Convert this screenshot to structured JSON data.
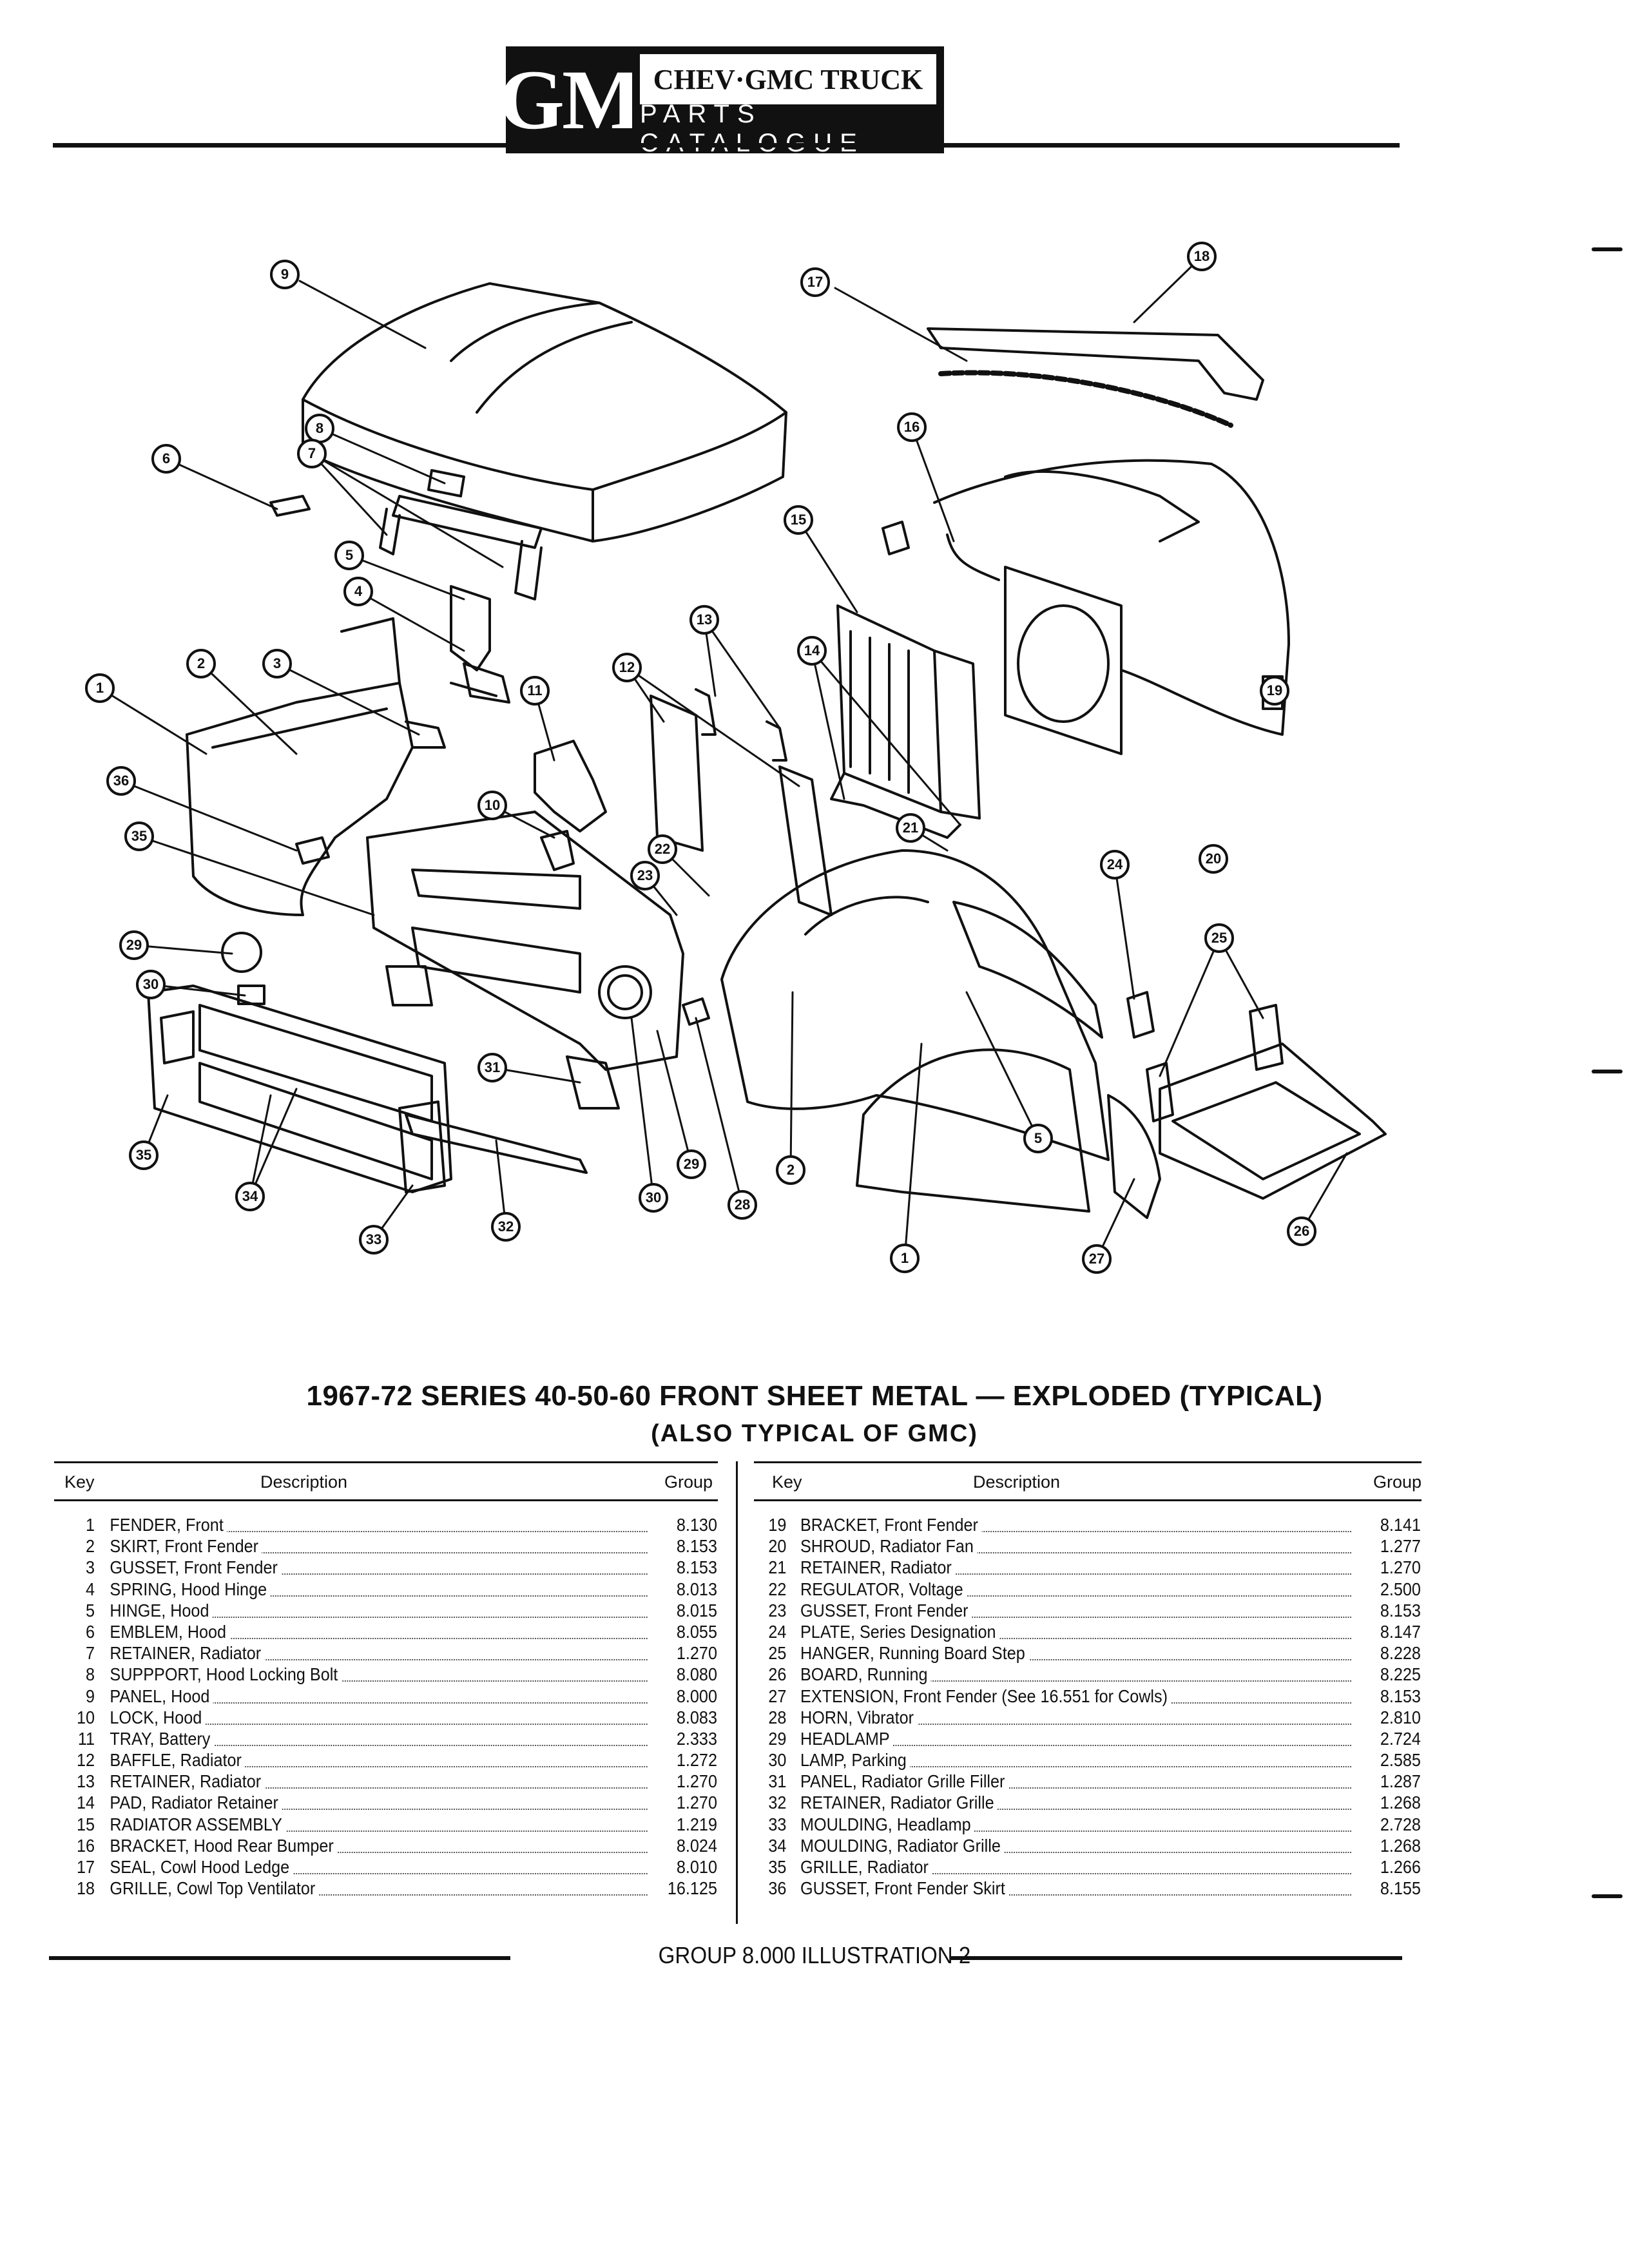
{
  "header": {
    "logo_text": "GM",
    "line1": "CHEV·GMC TRUCK",
    "line2": "PARTS CATALOGUE"
  },
  "callouts": [
    "1",
    "2",
    "3",
    "4",
    "5",
    "6",
    "7",
    "8",
    "9",
    "10",
    "11",
    "12",
    "13",
    "14",
    "15",
    "16",
    "17",
    "18",
    "19",
    "20",
    "21",
    "22",
    "23",
    "24",
    "25",
    "26",
    "27",
    "28",
    "29",
    "30",
    "31",
    "32",
    "33",
    "34",
    "35",
    "36"
  ],
  "title": "1967-72 SERIES 40-50-60 FRONT SHEET METAL — EXPLODED (TYPICAL)",
  "subtitle": "(ALSO TYPICAL OF GMC)",
  "table_headers": {
    "key": "Key",
    "description": "Description",
    "group": "Group"
  },
  "parts_left": [
    {
      "key": "1",
      "desc": "FENDER, Front",
      "group": "8.130"
    },
    {
      "key": "2",
      "desc": "SKIRT, Front Fender",
      "group": "8.153"
    },
    {
      "key": "3",
      "desc": "GUSSET, Front Fender",
      "group": "8.153"
    },
    {
      "key": "4",
      "desc": "SPRING, Hood Hinge",
      "group": "8.013"
    },
    {
      "key": "5",
      "desc": "HINGE, Hood",
      "group": "8.015"
    },
    {
      "key": "6",
      "desc": "EMBLEM, Hood",
      "group": "8.055"
    },
    {
      "key": "7",
      "desc": "RETAINER, Radiator",
      "group": "1.270"
    },
    {
      "key": "8",
      "desc": "SUPPPORT, Hood Locking Bolt",
      "group": "8.080"
    },
    {
      "key": "9",
      "desc": "PANEL, Hood",
      "group": "8.000"
    },
    {
      "key": "10",
      "desc": "LOCK, Hood",
      "group": "8.083"
    },
    {
      "key": "11",
      "desc": "TRAY, Battery",
      "group": "2.333"
    },
    {
      "key": "12",
      "desc": "BAFFLE, Radiator",
      "group": "1.272"
    },
    {
      "key": "13",
      "desc": "RETAINER, Radiator",
      "group": "1.270"
    },
    {
      "key": "14",
      "desc": "PAD, Radiator Retainer",
      "group": "1.270"
    },
    {
      "key": "15",
      "desc": "RADIATOR ASSEMBLY",
      "group": "1.219"
    },
    {
      "key": "16",
      "desc": "BRACKET, Hood Rear Bumper",
      "group": "8.024"
    },
    {
      "key": "17",
      "desc": "SEAL, Cowl Hood Ledge",
      "group": "8.010"
    },
    {
      "key": "18",
      "desc": "GRILLE, Cowl Top Ventilator",
      "group": "16.125"
    }
  ],
  "parts_right": [
    {
      "key": "19",
      "desc": "BRACKET, Front Fender",
      "group": "8.141"
    },
    {
      "key": "20",
      "desc": "SHROUD, Radiator Fan",
      "group": "1.277"
    },
    {
      "key": "21",
      "desc": "RETAINER, Radiator",
      "group": "1.270"
    },
    {
      "key": "22",
      "desc": "REGULATOR, Voltage",
      "group": "2.500"
    },
    {
      "key": "23",
      "desc": "GUSSET, Front Fender",
      "group": "8.153"
    },
    {
      "key": "24",
      "desc": "PLATE, Series Designation",
      "group": "8.147"
    },
    {
      "key": "25",
      "desc": "HANGER, Running Board Step",
      "group": "8.228"
    },
    {
      "key": "26",
      "desc": "BOARD, Running",
      "group": "8.225"
    },
    {
      "key": "27",
      "desc": "EXTENSION, Front Fender (See 16.551 for Cowls)",
      "group": "8.153"
    },
    {
      "key": "28",
      "desc": "HORN, Vibrator",
      "group": "2.810"
    },
    {
      "key": "29",
      "desc": "HEADLAMP",
      "group": "2.724"
    },
    {
      "key": "30",
      "desc": "LAMP, Parking",
      "group": "2.585"
    },
    {
      "key": "31",
      "desc": "PANEL, Radiator Grille Filler",
      "group": "1.287"
    },
    {
      "key": "32",
      "desc": "RETAINER, Radiator Grille",
      "group": "1.268"
    },
    {
      "key": "33",
      "desc": "MOULDING, Headlamp",
      "group": "2.728"
    },
    {
      "key": "34",
      "desc": "MOULDING, Radiator Grille",
      "group": "1.268"
    },
    {
      "key": "35",
      "desc": "GRILLE, Radiator",
      "group": "1.266"
    },
    {
      "key": "36",
      "desc": "GUSSET, Front Fender Skirt",
      "group": "8.155"
    }
  ],
  "footer": "GROUP 8.000 ILLUSTRATION 2"
}
